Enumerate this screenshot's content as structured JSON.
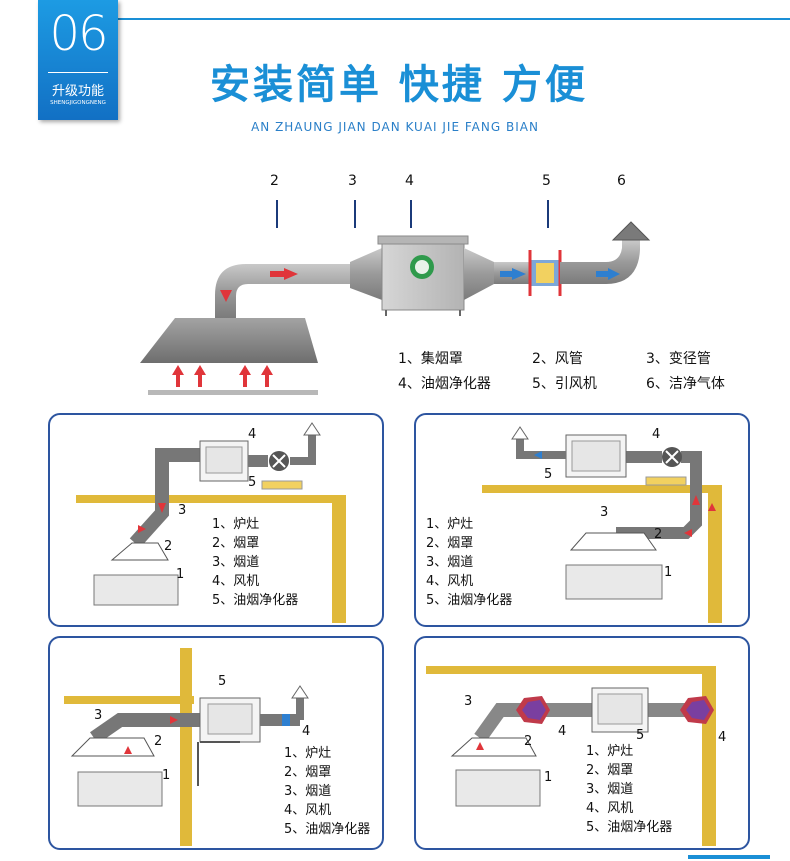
{
  "badge": {
    "number": "06",
    "title": "升级功能",
    "subtitle": "SHENGJIGONGNENG"
  },
  "header": {
    "title": "安装简单 快捷 方便",
    "pinyin": "AN ZHAUNG  JIAN DAN  KUAI JIE  FANG BIAN"
  },
  "main_diagram": {
    "callouts": [
      "2",
      "3",
      "4",
      "5",
      "6"
    ],
    "legend": [
      "1、集烟罩",
      "2、风管",
      "3、变径管",
      "4、油烟净化器",
      "5、引风机",
      "6、洁净气体"
    ]
  },
  "panels": [
    {
      "labels": [
        "4",
        "5",
        "3",
        "2",
        "1"
      ],
      "items": [
        "1、炉灶",
        "2、烟罩",
        "3、烟道",
        "4、风机",
        "5、油烟净化器"
      ]
    },
    {
      "labels": [
        "4",
        "5",
        "3",
        "2",
        "1"
      ],
      "items": [
        "1、炉灶",
        "2、烟罩",
        "3、烟道",
        "4、风机",
        "5、油烟净化器"
      ]
    },
    {
      "labels": [
        "5",
        "3",
        "4",
        "2",
        "1"
      ],
      "items": [
        "1、炉灶",
        "2、烟罩",
        "3、烟道",
        "4、风机",
        "5、油烟净化器"
      ]
    },
    {
      "labels": [
        "3",
        "2",
        "4",
        "5",
        "4",
        "1"
      ],
      "items": [
        "1、炉灶",
        "2、烟罩",
        "3、烟道",
        "4、风机",
        "5、油烟净化器"
      ]
    }
  ],
  "colors": {
    "accent": "#1a8fd6",
    "panel_border": "#2d55a0",
    "wall": "#e0b93a",
    "arrow": "#e0353a"
  }
}
